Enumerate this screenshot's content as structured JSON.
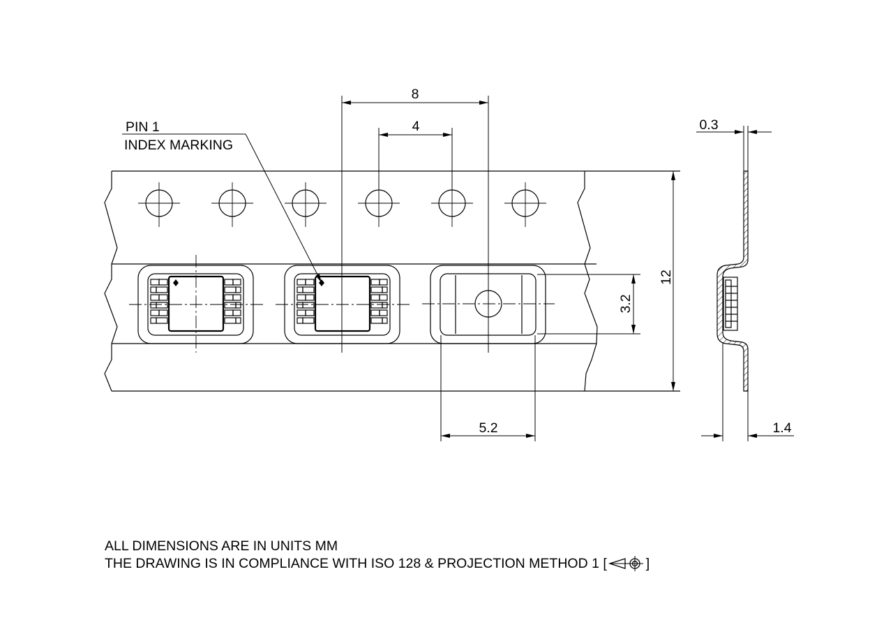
{
  "labels": {
    "pin1_line1": "PIN 1",
    "pin1_line2": "INDEX MARKING"
  },
  "dimensions": {
    "pitch": "8",
    "hole_pitch": "4",
    "thickness": "0.3",
    "tape_width": "12",
    "pocket_height": "3.2",
    "pocket_width": "5.2",
    "pocket_depth": "1.4"
  },
  "notes": {
    "units": "ALL DIMENSIONS ARE IN UNITS MM",
    "compliance": "THE DRAWING IS IN COMPLIANCE WITH ISO 128 & PROJECTION METHOD 1 [",
    "compliance_end": "]"
  },
  "icons": {
    "projection_symbol": "first-angle-projection-icon",
    "pin1_marker": "diamond-icon"
  }
}
